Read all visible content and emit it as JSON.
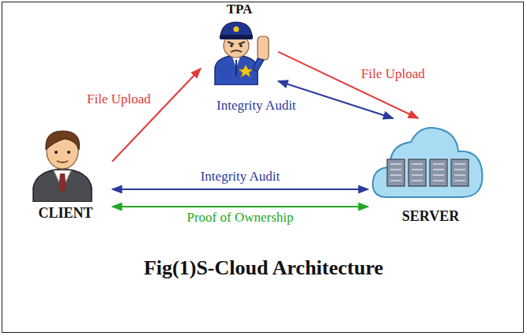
{
  "diagram": {
    "caption": "Fig(1)S-Cloud Architecture",
    "nodes": [
      {
        "text": [
          "TPA"
        ]
      },
      {
        "text": [
          "CLIENT"
        ]
      },
      {
        "text": [
          "SERVER"
        ]
      }
    ],
    "edges": [
      {
        "from": 1,
        "to": 0,
        "arrow": "to",
        "label": "File Upload"
      },
      {
        "from": 0,
        "to": 2,
        "arrow": "to",
        "label": "File Upload"
      },
      {
        "from": 0,
        "to": 2,
        "arrow": "both",
        "label": "Integrity Audit"
      },
      {
        "from": 1,
        "to": 2,
        "arrow": "both",
        "label": "Integrity Audit"
      },
      {
        "from": 1,
        "to": 2,
        "arrow": "both",
        "label": "Proof of Ownership"
      }
    ]
  }
}
